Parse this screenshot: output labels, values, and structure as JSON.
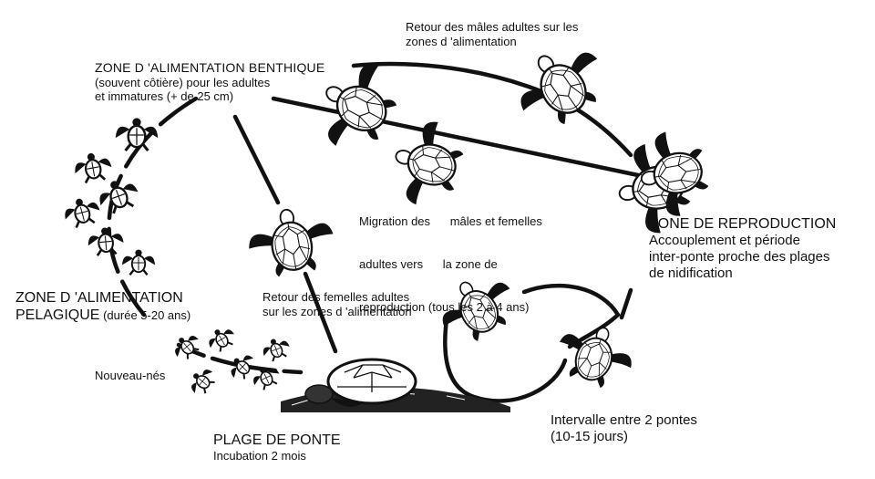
{
  "zones": {
    "benthic": {
      "title": "ZONE D 'ALIMENTATION   BENTHIQUE",
      "line1": "(souvent côtière) pour les adultes",
      "line2": "et immatures (+ de 25 cm)"
    },
    "pelagic": {
      "title": "ZONE D 'ALIMENTATION",
      "line2_caps": "PELAGIQUE",
      "line2_rest": " (durée 5-20 ans)"
    },
    "reproduction": {
      "title": "ZONE DE REPRODUCTION",
      "line1": "Accouplement et période",
      "line2": "inter-ponte proche des plages",
      "line3": "de nidification"
    },
    "nesting": {
      "title": "PLAGE DE PONTE",
      "line1": "Incubation 2 mois"
    }
  },
  "annotations": {
    "male_return": {
      "line1": "Retour des mâles adultes sur les",
      "line2": "zones d 'alimentation"
    },
    "migration": {
      "line1": "Migration des      mâles et femelles",
      "line2": "adultes vers      la zone de",
      "line3": "reproduction (tous les 2 à 4 ans)"
    },
    "female_return": {
      "line1": "Retour des femelles adultes",
      "line2": "sur les zones d 'alimentation"
    },
    "hatchlings": "Nouveau-nés",
    "interval": {
      "line1": "Intervalle entre 2 pontes",
      "line2": "(10-15 jours)"
    }
  },
  "colors": {
    "ink": "#111111",
    "shell_fill": "#ffffff",
    "background": "#ffffff"
  }
}
